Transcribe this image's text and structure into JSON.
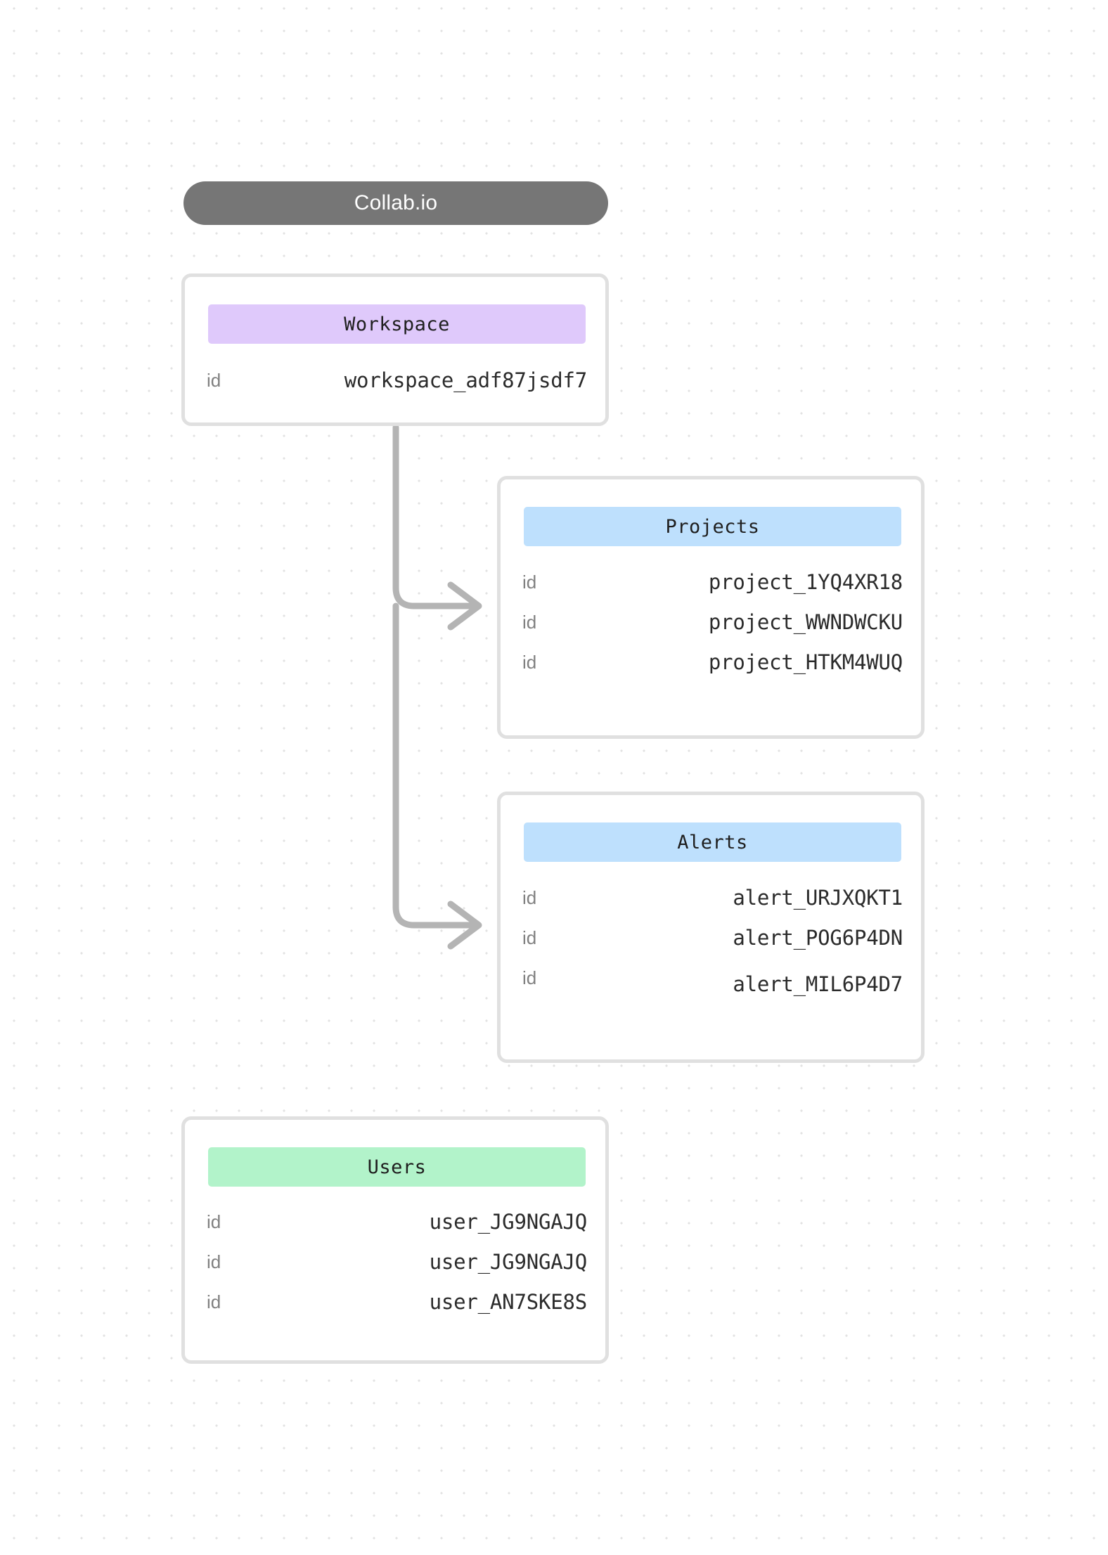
{
  "brand": {
    "label": "Collab.io",
    "background_color": "#767676",
    "text_color": "#ffffff"
  },
  "canvas": {
    "background_color": "#ffffff",
    "dot_color": "#e2e2e2",
    "connector_color": "#b4b4b4",
    "card_border_color": "#e0e0e0"
  },
  "entities": [
    {
      "name": "workspace",
      "title": "Workspace",
      "header_color": "#dfc9fb",
      "rows": [
        {
          "key": "id",
          "value": "workspace_adf87jsdf7"
        }
      ]
    },
    {
      "name": "projects",
      "title": "Projects",
      "header_color": "#bee0fd",
      "rows": [
        {
          "key": "id",
          "value": "project_1YQ4XR18"
        },
        {
          "key": "id",
          "value": "project_WWNDWCKU"
        },
        {
          "key": "id",
          "value": "project_HTKM4WUQ"
        }
      ]
    },
    {
      "name": "alerts",
      "title": "Alerts",
      "header_color": "#bee0fd",
      "rows": [
        {
          "key": "id",
          "value": "alert_URJXQKT1"
        },
        {
          "key": "id",
          "value": "alert_POG6P4DN"
        },
        {
          "key": "id",
          "value": "alert_MIL6P4D7"
        }
      ]
    },
    {
      "name": "users",
      "title": "Users",
      "header_color": "#b2f3ca",
      "rows": [
        {
          "key": "id",
          "value": "user_JG9NGAJQ"
        },
        {
          "key": "id",
          "value": "user_JG9NGAJQ"
        },
        {
          "key": "id",
          "value": "user_AN7SKE8S"
        }
      ]
    }
  ],
  "connections": [
    {
      "from": "workspace",
      "to": "projects"
    },
    {
      "from": "workspace",
      "to": "alerts"
    }
  ]
}
